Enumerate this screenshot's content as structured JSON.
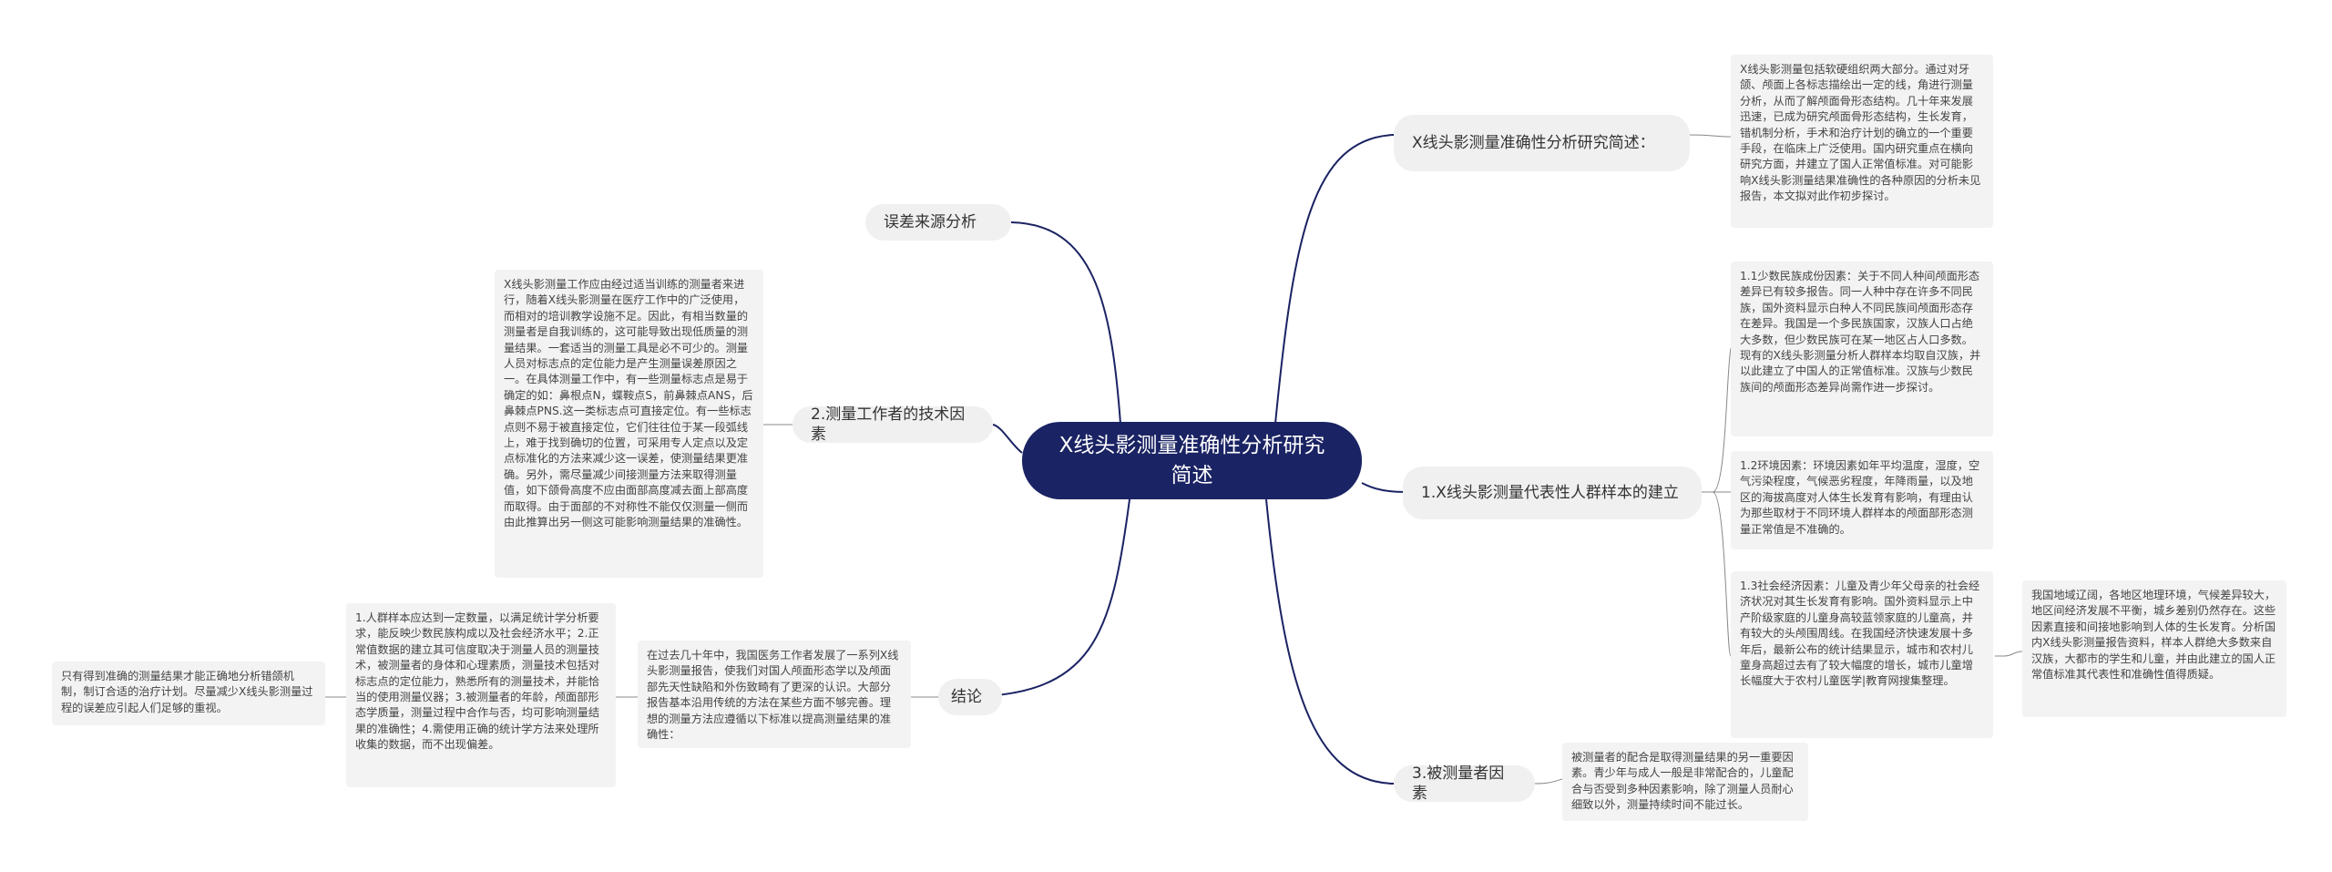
{
  "center": {
    "title": "X线头影测量准确性分析研究简述"
  },
  "branches": {
    "research_intro": "X线头影测量准确性分析研究简述：",
    "sample": "1.X线头影测量代表性人群样本的建立",
    "subjects": "3.被测量者因素",
    "error_source": "误差来源分析",
    "technical": "2.测量工作者的技术因素",
    "conclusion": "结论"
  },
  "leaves": {
    "research_intro_text": "X线头影测量包括软硬组织两大部分。通过对牙颌、颅面上各标志描绘出一定的线，角进行测量分析，从而了解颅面骨形态结构。几十年来发展迅速，已成为研究颅面骨形态结构，生长发育，错机制分析，手术和治疗计划的确立的一个重要手段，在临床上广泛使用。国内研究重点在横向研究方面，并建立了国人正常值标准。对可能影响X线头影测量结果准确性的各种原因的分析未见报告，本文拟对此作初步探讨。",
    "sample_1_1": "1.1少数民族成份因素：关于不同人种间颅面形态差异已有较多报告。同一人种中存在许多不同民族，国外资料显示白种人不同民族间颅面形态存在差异。我国是一个多民族国家，汉族人口占绝大多数，但少数民族可在某一地区占人口多数。现有的X线头影测量分析人群样本均取自汉族，并以此建立了中国人的正常值标准。汉族与少数民族间的颅面形态差异尚需作进一步探讨。",
    "sample_1_2": "1.2环境因素：环境因素如年平均温度，湿度，空气污染程度，气候恶劣程度，年降雨量，以及地区的海拔高度对人体生长发育有影响，有理由认为那些取材于不同环境人群样本的颅面部形态测量正常值是不准确的。",
    "sample_1_3": "1.3社会经济因素：儿童及青少年父母亲的社会经济状况对其生长发育有影响。国外资料显示上中产阶级家庭的儿童身高较蓝领家庭的儿童高，并有较大的头颅围周线。在我国经济快速发展十多年后，最新公布的统计结果显示，城市和农村儿童身高超过去有了较大幅度的增长，城市儿童增长幅度大于农村儿童医学|教育网搜集整理。",
    "sample_1_3_detail": "我国地域辽阔，各地区地理环境，气候差异较大，地区间经济发展不平衡，城乡差别仍然存在。这些因素直接和间接地影响到人体的生长发育。分析国内X线头影测量报告资料，样本人群绝大多数来自汉族，大都市的学生和儿童，并由此建立的国人正常值标准其代表性和准确性值得质疑。",
    "subjects_text": "被测量者的配合是取得测量结果的另一重要因素。青少年与成人一般是非常配合的，儿童配合与否受到多种因素影响，除了测量人员耐心细致以外，测量持续时间不能过长。",
    "technical_text": "X线头影测量工作应由经过适当训练的测量者来进行，随着X线头影测量在医疗工作中的广泛使用，而相对的培训教学设施不足。因此，有相当数量的测量者是自我训练的，这可能导致出现低质量的测量结果。一套适当的测量工具是必不可少的。测量人员对标志点的定位能力是产生测量误差原因之一。在具体测量工作中，有一些测量标志点是易于确定的如：鼻根点N，蝶鞍点S，前鼻棘点ANS，后鼻棘点PNS.这一类标志点可直接定位。有一些标志点则不易于被直接定位，它们往往位于某一段弧线上，难于找到确切的位置，可采用专人定点以及定点标准化的方法来减少这一误差，使测量结果更准确。另外，需尽量减少间接测量方法来取得测量值，如下颌骨高度不应由面部高度减去面上部高度而取得。由于面部的不对称性不能仅仅测量一侧而由此推算出另一侧这可能影响测量结果的准确性。",
    "conclusion_text": "在过去几十年中，我国医务工作者发展了一系列X线头影测量报告，使我们对国人颅面形态学以及颅面部先天性缺陷和外伤致畸有了更深的认识。大部分报告基本沿用传统的方法在某些方面不够完善。理想的测量方法应遵循以下标准以提高测量结果的准确性：",
    "conclusion_list": "1.人群样本应达到一定数量，以满足统计学分析要求，能反映少数民族构成以及社会经济水平；2.正常值数据的建立其可信度取决于测量人员的测量技术，被测量者的身体和心理素质，测量技术包括对标志点的定位能力，熟悉所有的测量技术，并能恰当的使用测量仪器；3.被测量者的年龄，颅面部形态学质量，测量过程中合作与否，均可影响测量结果的准确性；4.需使用正确的统计学方法来处理所收集的数据，而不出现偏差。",
    "conclusion_final": "只有得到准确的测量结果才能正确地分析错颌机制，制订合适的治疗计划。尽量减少X线头影测量过程的误差应引起人们足够的重视。"
  },
  "colors": {
    "center_fill": "#1a2363",
    "line": "#1a2363",
    "branch_fill": "#f0f0f0",
    "leaf_fill": "#f3f3f3"
  }
}
